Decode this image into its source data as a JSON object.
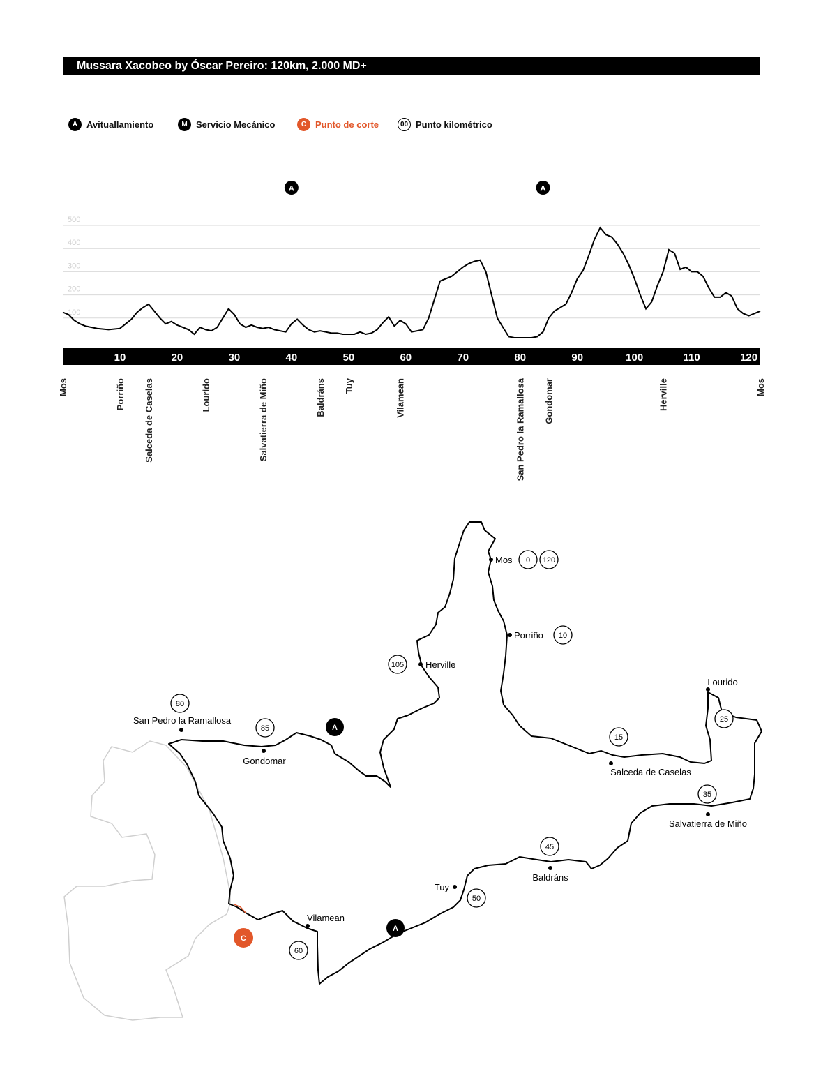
{
  "title": "Mussara Xacobeo by Óscar Pereiro: 120km, 2.000 MD+",
  "legend": [
    {
      "badge": "A",
      "label": "Avituallamiento",
      "style": "fill"
    },
    {
      "badge": "M",
      "label": "Servicio Mecánico",
      "style": "fill"
    },
    {
      "badge": "C",
      "label": "Punto de corte",
      "style": "cut"
    },
    {
      "badge": "00",
      "label": "Punto kilométrico",
      "style": "ring"
    }
  ],
  "colors": {
    "accent": "#e2572a",
    "line": "#000000",
    "grid": "#d9d9d9",
    "neighbor": "#cfcfcf"
  },
  "chart_data": {
    "type": "line",
    "xlim": [
      0,
      122
    ],
    "ylim": [
      0,
      500
    ],
    "y_ticks": [
      100,
      200,
      300,
      400,
      500
    ],
    "x_ticks": [
      10,
      20,
      30,
      40,
      50,
      60,
      70,
      80,
      90,
      100,
      110,
      120
    ],
    "grid": true,
    "aid_stations": [
      {
        "km": 40,
        "label": "A"
      },
      {
        "km": 84,
        "label": "A"
      }
    ],
    "x": [
      0,
      1,
      2,
      3,
      4,
      6,
      8,
      10,
      12,
      13,
      14,
      15,
      16,
      17,
      18,
      19,
      20,
      21,
      22,
      23,
      24,
      25,
      26,
      27,
      28,
      29,
      30,
      31,
      32,
      33,
      34,
      35,
      36,
      37,
      38,
      39,
      40,
      41,
      42,
      43,
      44,
      45,
      46,
      47,
      48,
      49,
      50,
      51,
      52,
      53,
      54,
      55,
      56,
      57,
      58,
      59,
      60,
      61,
      62,
      63,
      64,
      65,
      66,
      67,
      68,
      69,
      70,
      71,
      72,
      73,
      74,
      75,
      76,
      77,
      78,
      79,
      80,
      81,
      82,
      83,
      84,
      85,
      86,
      87,
      88,
      89,
      90,
      91,
      92,
      93,
      94,
      95,
      96,
      97,
      98,
      99,
      100,
      101,
      102,
      103,
      104,
      105,
      106,
      107,
      108,
      109,
      110,
      111,
      112,
      113,
      114,
      115,
      116,
      117,
      118,
      119,
      120,
      121,
      122
    ],
    "y": [
      125,
      115,
      90,
      75,
      65,
      55,
      50,
      55,
      95,
      125,
      145,
      160,
      130,
      100,
      75,
      85,
      70,
      60,
      50,
      30,
      60,
      50,
      45,
      60,
      100,
      140,
      115,
      75,
      60,
      70,
      60,
      55,
      60,
      50,
      45,
      40,
      75,
      95,
      70,
      50,
      40,
      45,
      40,
      35,
      35,
      30,
      30,
      30,
      40,
      30,
      35,
      50,
      80,
      105,
      65,
      90,
      75,
      40,
      45,
      50,
      100,
      180,
      260,
      270,
      280,
      300,
      320,
      335,
      345,
      350,
      300,
      200,
      100,
      60,
      20,
      15,
      15,
      15,
      15,
      20,
      40,
      100,
      130,
      145,
      160,
      210,
      270,
      305,
      370,
      440,
      490,
      460,
      450,
      420,
      380,
      330,
      270,
      200,
      140,
      170,
      240,
      300,
      395,
      380,
      310,
      320,
      300,
      300,
      280,
      230,
      190,
      190,
      210,
      195,
      140,
      120,
      110,
      120,
      130
    ]
  },
  "profile_towns": [
    {
      "name": "Mos",
      "km": 0
    },
    {
      "name": "Porriño",
      "km": 10
    },
    {
      "name": "Salceda de Caselas",
      "km": 15
    },
    {
      "name": "Lourido",
      "km": 25
    },
    {
      "name": "Salvatierra de Miño",
      "km": 35
    },
    {
      "name": "Baldráns",
      "km": 45
    },
    {
      "name": "Tuy",
      "km": 50
    },
    {
      "name": "Vilamean",
      "km": 59
    },
    {
      "name": "San Pedro la Ramallosa",
      "km": 80
    },
    {
      "name": "Gondomar",
      "km": 85
    },
    {
      "name": "Herville",
      "km": 105
    },
    {
      "name": "Mos",
      "km": 122
    }
  ],
  "map": {
    "towns": [
      "Mos",
      "Porriño",
      "Herville",
      "Lourido",
      "San Pedro la Ramallosa",
      "Gondomar",
      "Salceda de Caselas",
      "Salvatierra de Miño",
      "Baldráns",
      "Tuy",
      "Vilamean"
    ],
    "km_markers": [
      "0",
      "120",
      "10",
      "105",
      "80",
      "85",
      "15",
      "25",
      "35",
      "45",
      "50",
      "60"
    ],
    "aid_label": "A",
    "cut_label": "C"
  }
}
